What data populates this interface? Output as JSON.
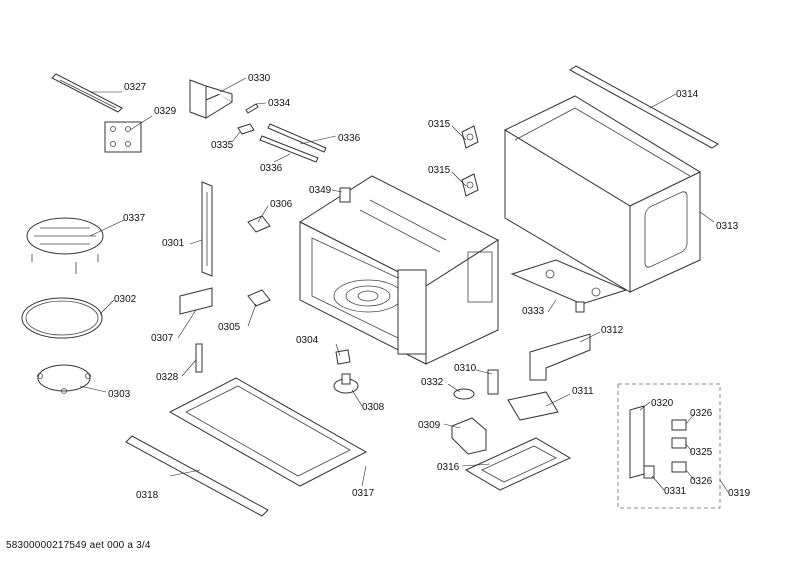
{
  "footer": {
    "document_id": "58300000217549 aet 000 a 3/4"
  },
  "parts": [
    {
      "key": "p0327",
      "text": "0327"
    },
    {
      "key": "p0329",
      "text": "0329"
    },
    {
      "key": "p0330",
      "text": "0330"
    },
    {
      "key": "p0334",
      "text": "0334"
    },
    {
      "key": "p0335",
      "text": "0335"
    },
    {
      "key": "p0336a",
      "text": "0336"
    },
    {
      "key": "p0336b",
      "text": "0336"
    },
    {
      "key": "p0314",
      "text": "0314"
    },
    {
      "key": "p0315a",
      "text": "0315"
    },
    {
      "key": "p0315b",
      "text": "0315"
    },
    {
      "key": "p0313",
      "text": "0313"
    },
    {
      "key": "p0349",
      "text": "0349"
    },
    {
      "key": "p0306",
      "text": "0306"
    },
    {
      "key": "p0337",
      "text": "0337"
    },
    {
      "key": "p0301",
      "text": "0301"
    },
    {
      "key": "p0302",
      "text": "0302"
    },
    {
      "key": "p0307",
      "text": "0307"
    },
    {
      "key": "p0305",
      "text": "0305"
    },
    {
      "key": "p0333",
      "text": "0333"
    },
    {
      "key": "p0312",
      "text": "0312"
    },
    {
      "key": "p0304",
      "text": "0304"
    },
    {
      "key": "p0328",
      "text": "0328"
    },
    {
      "key": "p0303",
      "text": "0303"
    },
    {
      "key": "p0310",
      "text": "0310"
    },
    {
      "key": "p0332",
      "text": "0332"
    },
    {
      "key": "p0308",
      "text": "0308"
    },
    {
      "key": "p0311",
      "text": "0311"
    },
    {
      "key": "p0320",
      "text": "0320"
    },
    {
      "key": "p0326a",
      "text": "0326"
    },
    {
      "key": "p0309",
      "text": "0309"
    },
    {
      "key": "p0325",
      "text": "0325"
    },
    {
      "key": "p0316",
      "text": "0316"
    },
    {
      "key": "p0326b",
      "text": "0326"
    },
    {
      "key": "p0331",
      "text": "0331"
    },
    {
      "key": "p0319",
      "text": "0319"
    },
    {
      "key": "p0318",
      "text": "0318"
    },
    {
      "key": "p0317",
      "text": "0317"
    }
  ]
}
